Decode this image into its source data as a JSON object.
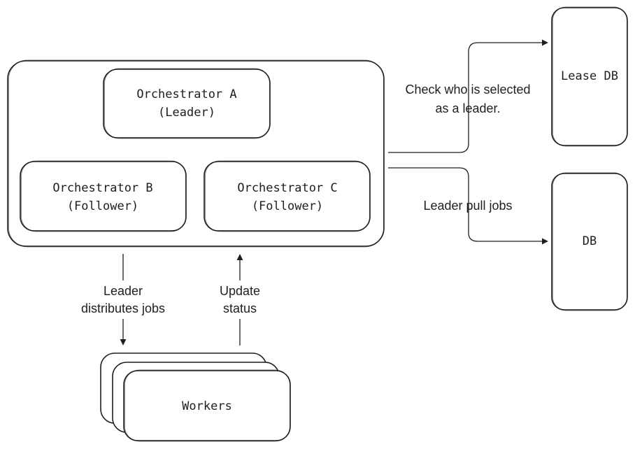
{
  "nodes": {
    "orchestrator_a": {
      "name": "Orchestrator A",
      "role": "(Leader)"
    },
    "orchestrator_b": {
      "name": "Orchestrator B",
      "role": "(Follower)"
    },
    "orchestrator_c": {
      "name": "Orchestrator C",
      "role": "(Follower)"
    },
    "lease_db": {
      "name": "Lease DB"
    },
    "db": {
      "name": "DB"
    },
    "workers": {
      "name": "Workers"
    }
  },
  "edges": {
    "lease_check": {
      "line1": "Check who is selected",
      "line2": "as a leader."
    },
    "pull_jobs": {
      "line1": "Leader pull jobs"
    },
    "distribute": {
      "line1": "Leader",
      "line2": "distributes jobs"
    },
    "update_status": {
      "line1": "Update",
      "line2": "status"
    }
  }
}
